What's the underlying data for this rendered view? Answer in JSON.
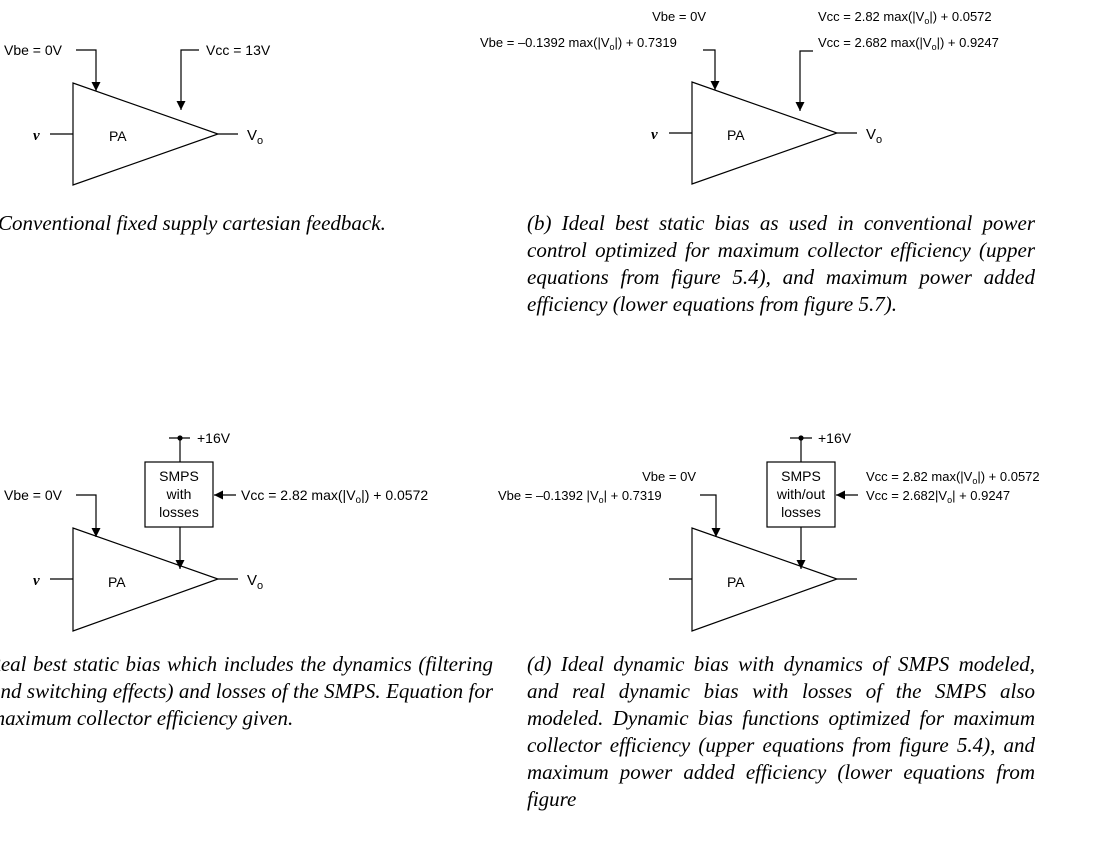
{
  "panel_a": {
    "vbe": "Vbe",
    "vbe_value": " = 0V",
    "vcc": "Vcc",
    "vcc_value": " = 13V",
    "input": "v",
    "amp": "PA",
    "output": "V",
    "output_sub": "o",
    "caption": "Conventional fixed supply cartesian feedback."
  },
  "panel_b": {
    "vbe_top": "Vbe",
    "vbe_top_value": " = 0V",
    "vbe_eq_name": "Vbe",
    "vbe_eq_pre": " = –0.1392 max(|",
    "vbe_eq_post": "|) + 0.7319",
    "vcc1_name": "Vcc",
    "vcc1_pre": " = 2.82 max(|",
    "vcc1_post": "|) + 0.0572",
    "vcc2_name": "Vcc",
    "vcc2_pre": " = 2.682 max(|",
    "vcc2_post": "|) + 0.9247",
    "input": "v",
    "amp": "PA",
    "output": "V",
    "output_sub": "o",
    "caption": "(b) Ideal best static bias as used in conventional power control optimized for maximum collector efficiency (upper equations from figure 5.4), and maximum power added efficiency (lower equations from figure 5.7)."
  },
  "panel_c": {
    "supply": "+16V",
    "smps_l1": "SMPS",
    "smps_l2": "with",
    "smps_l3": "losses",
    "vbe": "Vbe",
    "vbe_value": " = 0V",
    "vcc_name": "Vcc",
    "vcc_pre": " = 2.82 max(|",
    "vcc_post": "|) + 0.0572",
    "input": "v",
    "amp": "PA",
    "output": "V",
    "output_sub": "o",
    "caption": "Real best static bias which includes the dynamics (filtering and switching effects) and losses of the SMPS. Equation for maximum collector efficiency given."
  },
  "panel_d": {
    "supply": "+16V",
    "smps_l1": "SMPS",
    "smps_l2": "with/out",
    "smps_l3": "losses",
    "vbe_top": "Vbe",
    "vbe_top_value": " = 0V",
    "vbe_eq_name": "Vbe",
    "vbe_eq_pre": " = –0.1392 |",
    "vbe_eq_post": "| + 0.7319",
    "vcc1_name": "Vcc",
    "vcc1_pre": " = 2.82 max(|",
    "vcc1_post": "|) + 0.0572",
    "vcc2_name": "Vcc",
    "vcc2_pre": " = 2.682|",
    "vcc2_post": "| + 0.9247",
    "amp": "PA",
    "caption": "(d) Ideal dynamic bias with dynamics of SMPS modeled, and real dynamic bias with losses of the SMPS also modeled. Dynamic bias functions optimized for maximum collector efficiency (upper equations from figure 5.4), and maximum power added efficiency (lower equations from figure"
  },
  "symbols": {
    "vo_letter": "V",
    "vo_sub": "o"
  }
}
